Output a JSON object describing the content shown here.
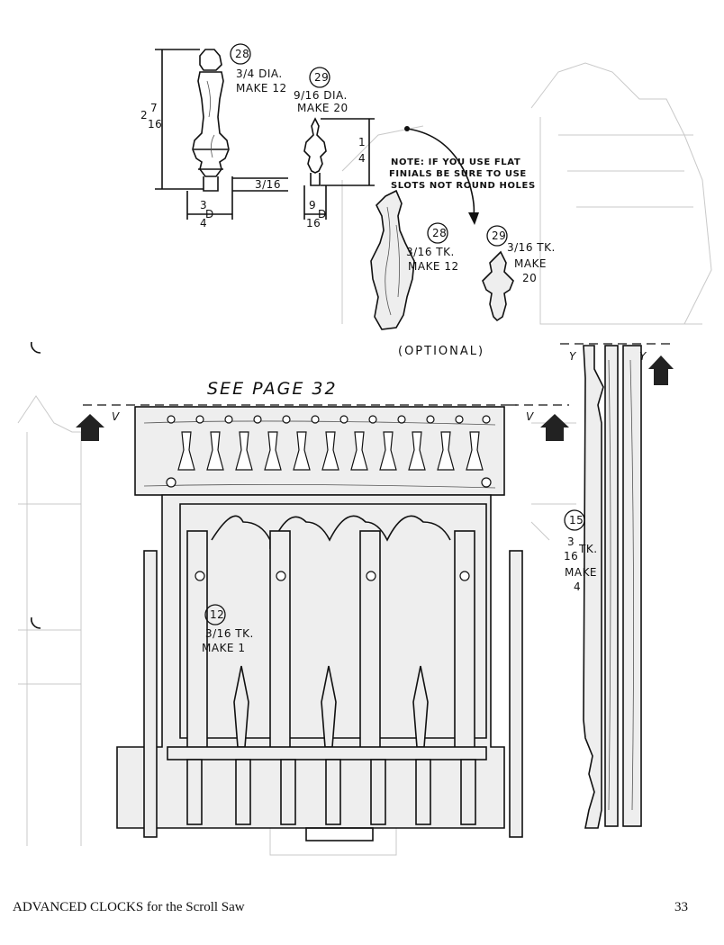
{
  "parts": {
    "p28": {
      "num": "28",
      "line1": "3/4 DIA.",
      "line2": "MAKE 12"
    },
    "p29": {
      "num": "29",
      "line1": "9/16 DIA.",
      "line2": "MAKE 20"
    },
    "p28flat": {
      "num": "28",
      "line1": "3/16 TK.",
      "line2": "MAKE 12"
    },
    "p29flat": {
      "num": "29",
      "line1": "3/16 TK.",
      "line2": "MAKE",
      "line3": "20"
    },
    "p12": {
      "num": "12",
      "line1": "3/16 TK.",
      "line2": "MAKE 1"
    },
    "p15": {
      "num": "15",
      "frac_num": "3",
      "frac_den": "16",
      "unit": "TK.",
      "line2": "MAKE",
      "line3": "4"
    }
  },
  "dimensions": {
    "height_whole": "2",
    "height_num": "7",
    "height_den": "16",
    "tenon_left": "3/16",
    "d_left_num": "3",
    "d_left_den": "4",
    "d_letter": "D",
    "d_right_num": "9",
    "d_right_den": "16",
    "small_height_num": "1",
    "small_height_den": "4"
  },
  "note": {
    "line1": "NOTE: IF YOU USE FLAT",
    "line2": "FINIALS BE SURE TO USE",
    "line3": "SLOTS NOT ROUND HOLES"
  },
  "optional_label": "(OPTIONAL)",
  "see_page": "SEE PAGE 32",
  "markers": {
    "v": "V",
    "y": "Y"
  },
  "footer": {
    "title": "ADVANCED CLOCKS for the Scroll Saw",
    "page": "33"
  }
}
